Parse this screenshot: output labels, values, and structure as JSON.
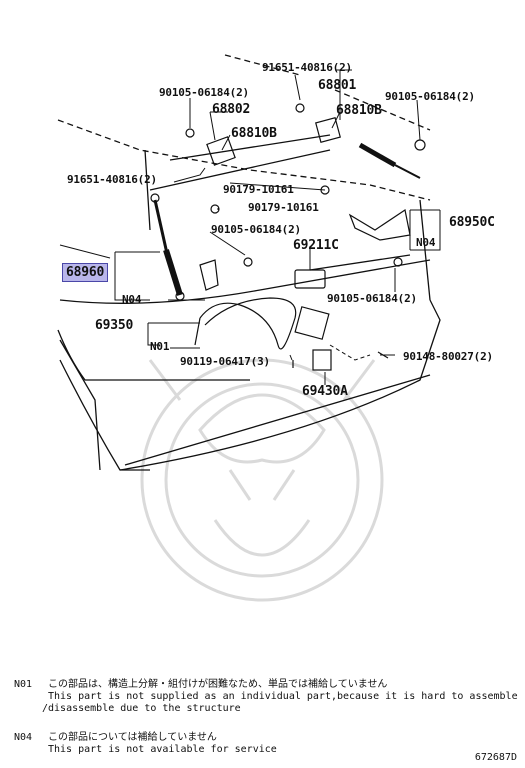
{
  "part_labels": [
    {
      "id": "p1",
      "text": "91651-40816(2)"
    },
    {
      "id": "p2",
      "text": "68801"
    },
    {
      "id": "p3",
      "text": "90105-06184(2)"
    },
    {
      "id": "p4",
      "text": "90105-06184(2)"
    },
    {
      "id": "p5",
      "text": "68802"
    },
    {
      "id": "p6",
      "text": "68810B"
    },
    {
      "id": "p7",
      "text": "68810B"
    },
    {
      "id": "p8",
      "text": "91651-40816(2)"
    },
    {
      "id": "p9",
      "text": "90179-10161"
    },
    {
      "id": "p10",
      "text": "90179-10161"
    },
    {
      "id": "p11",
      "text": "90105-06184(2)"
    },
    {
      "id": "p12",
      "text": "69211C"
    },
    {
      "id": "p13",
      "text": "68950C"
    },
    {
      "id": "p14",
      "text": "68960"
    },
    {
      "id": "p15",
      "text": "90105-06184(2)"
    },
    {
      "id": "p16",
      "text": "69350"
    },
    {
      "id": "p17",
      "text": "90119-06417(3)"
    },
    {
      "id": "p18",
      "text": "90148-80027(2)"
    },
    {
      "id": "p19",
      "text": "69430A"
    }
  ],
  "note_tags": {
    "n04_left": "N04",
    "n04_right": "N04",
    "n01": "N01"
  },
  "highlighted_part": "68960",
  "notes": [
    {
      "code": "N01",
      "jp": "この部品は、構造上分解・組付けが困難なため、単品では補給していません",
      "en1": "This part is not supplied as an individual part,because it is hard to assemble",
      "en2": "/disassemble due to the structure"
    },
    {
      "code": "N04",
      "jp": "この部品については補給していません",
      "en1": "This part is not available for service"
    }
  ],
  "drawing_number": "672687D",
  "colors": {
    "highlight_fill": "#b9b6ea",
    "highlight_border": "#4a47a8",
    "line": "#111111",
    "watermark": "#d9d9d9"
  }
}
